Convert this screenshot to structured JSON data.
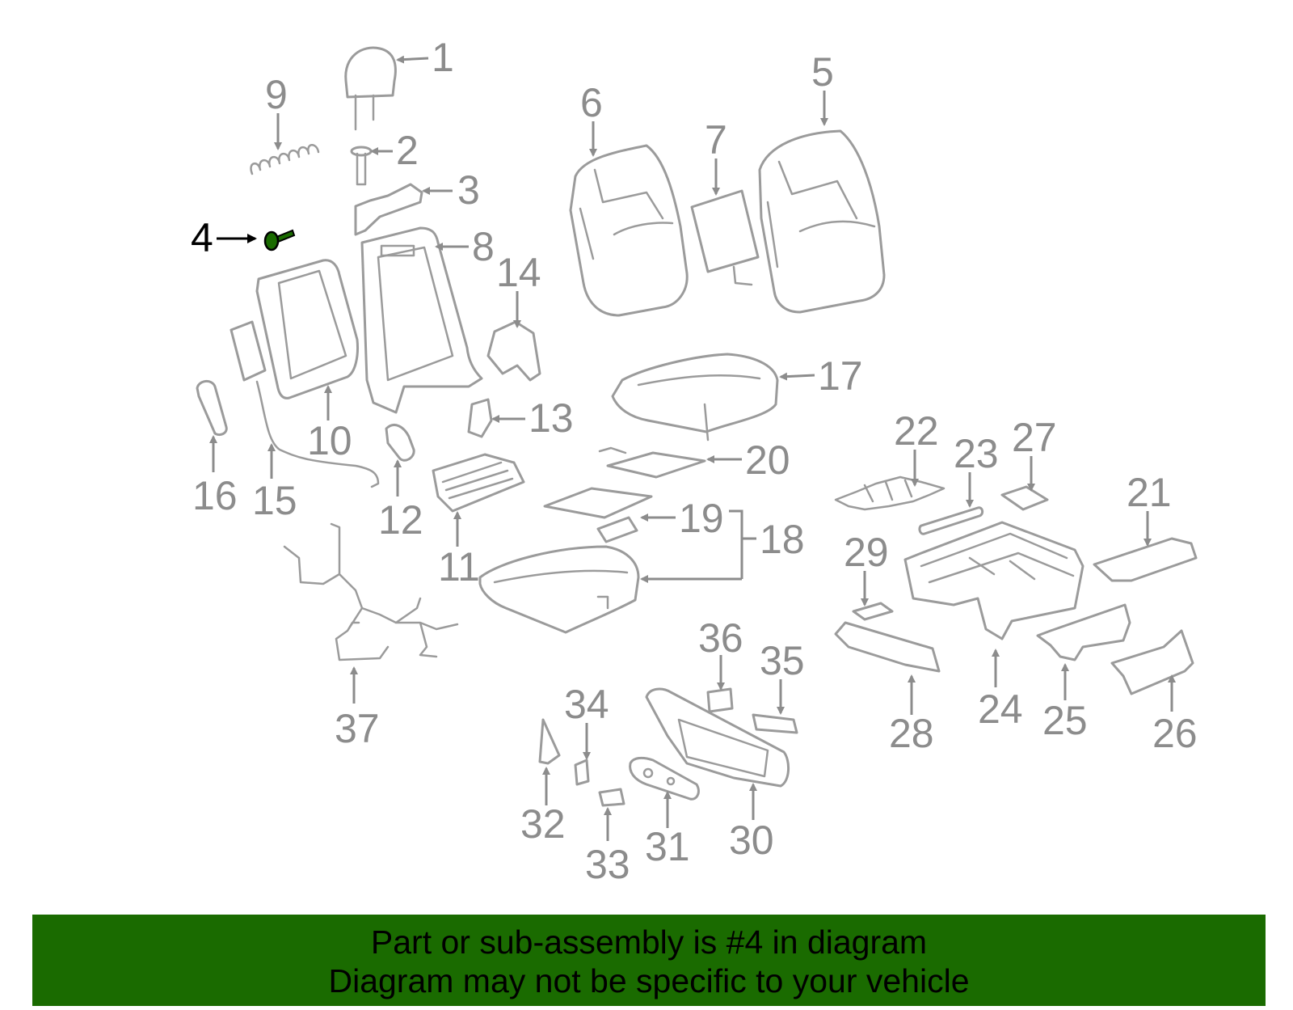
{
  "diagram": {
    "highlighted_part": "4",
    "highlight_color": "#1a6b00",
    "label_color": "#8c8c8c",
    "part_labels": [
      "1",
      "2",
      "3",
      "4",
      "5",
      "6",
      "7",
      "8",
      "9",
      "10",
      "11",
      "12",
      "13",
      "14",
      "15",
      "16",
      "17",
      "18",
      "19",
      "20",
      "21",
      "22",
      "23",
      "24",
      "25",
      "26",
      "27",
      "28",
      "29",
      "30",
      "31",
      "32",
      "33",
      "34",
      "35",
      "36",
      "37"
    ]
  },
  "banner": {
    "line1": "Part or sub-assembly is #4 in diagram",
    "line2": "Diagram may not be specific to your vehicle",
    "background": "#1a6b00"
  }
}
